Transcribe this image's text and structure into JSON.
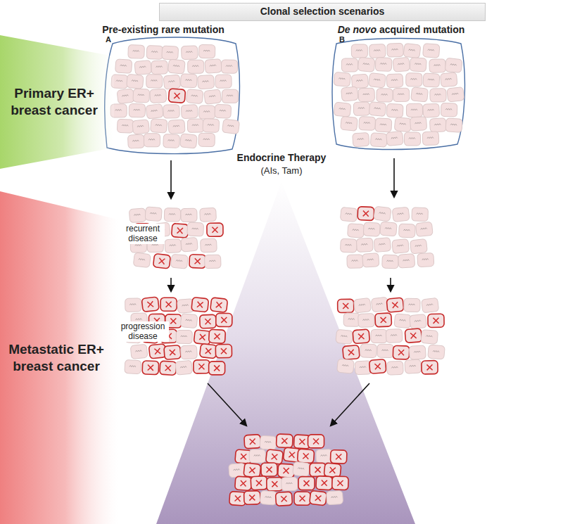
{
  "diagram": {
    "nodes": [
      {
        "text": [
          "Clonal selection scenarios"
        ]
      },
      {
        "text": [
          "Primary ER+ breast cancer"
        ]
      },
      {
        "text": [
          "Metastatic ER+ breast cancer"
        ]
      }
    ],
    "labels": [
      "Pre-existing rare mutation",
      "De novo",
      "acquired mutation",
      "A",
      "B",
      "Endocrine Therapy",
      "(AIs, Tam)",
      "recurrent disease",
      "progression disease"
    ]
  }
}
